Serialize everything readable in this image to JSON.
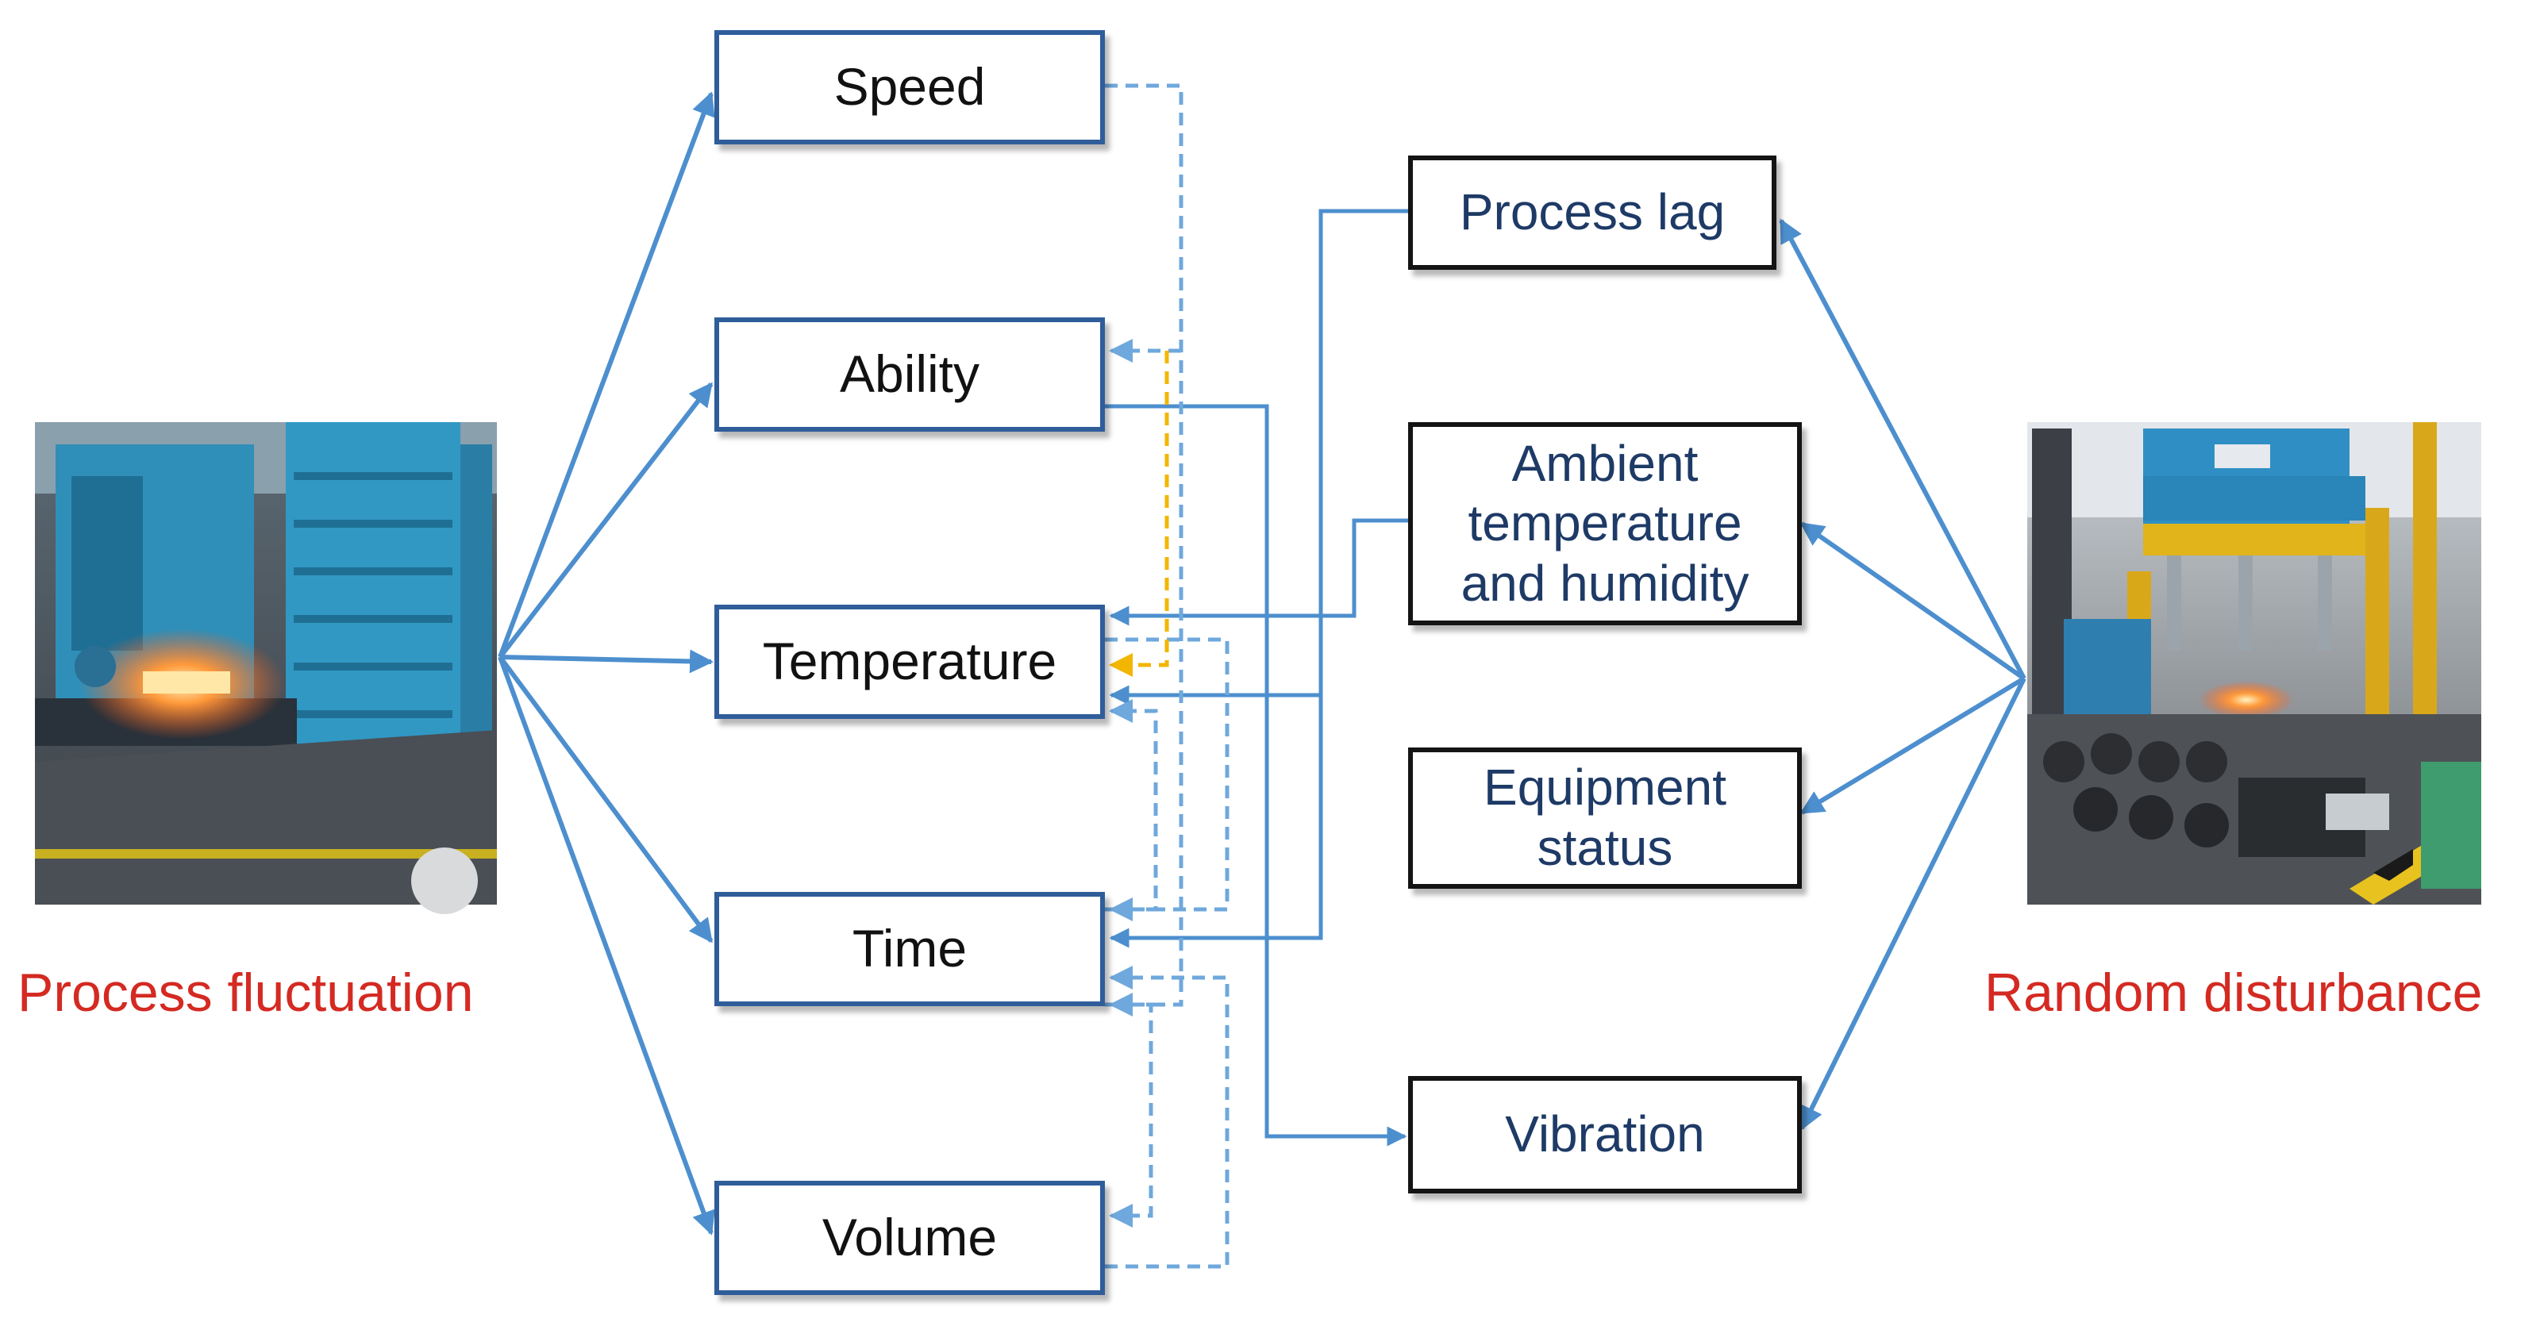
{
  "left_nodes": {
    "speed": "Speed",
    "ability": "Ability",
    "temperature": "Temperature",
    "time": "Time",
    "volume": "Volume"
  },
  "right_nodes": {
    "process_lag": "Process lag",
    "ambient_line1": "Ambient",
    "ambient_line2": "temperature",
    "ambient_line3": "and humidity",
    "equipment_line1": "Equipment",
    "equipment_line2": "status",
    "vibration": "Vibration"
  },
  "captions": {
    "left": "Process fluctuation",
    "right": "Random disturbance"
  },
  "colors": {
    "solid_arrow": "#4d8fce",
    "dashed_arrow": "#6fa8dc",
    "highlight_arrow": "#f2b600",
    "caption": "#d42a22"
  }
}
